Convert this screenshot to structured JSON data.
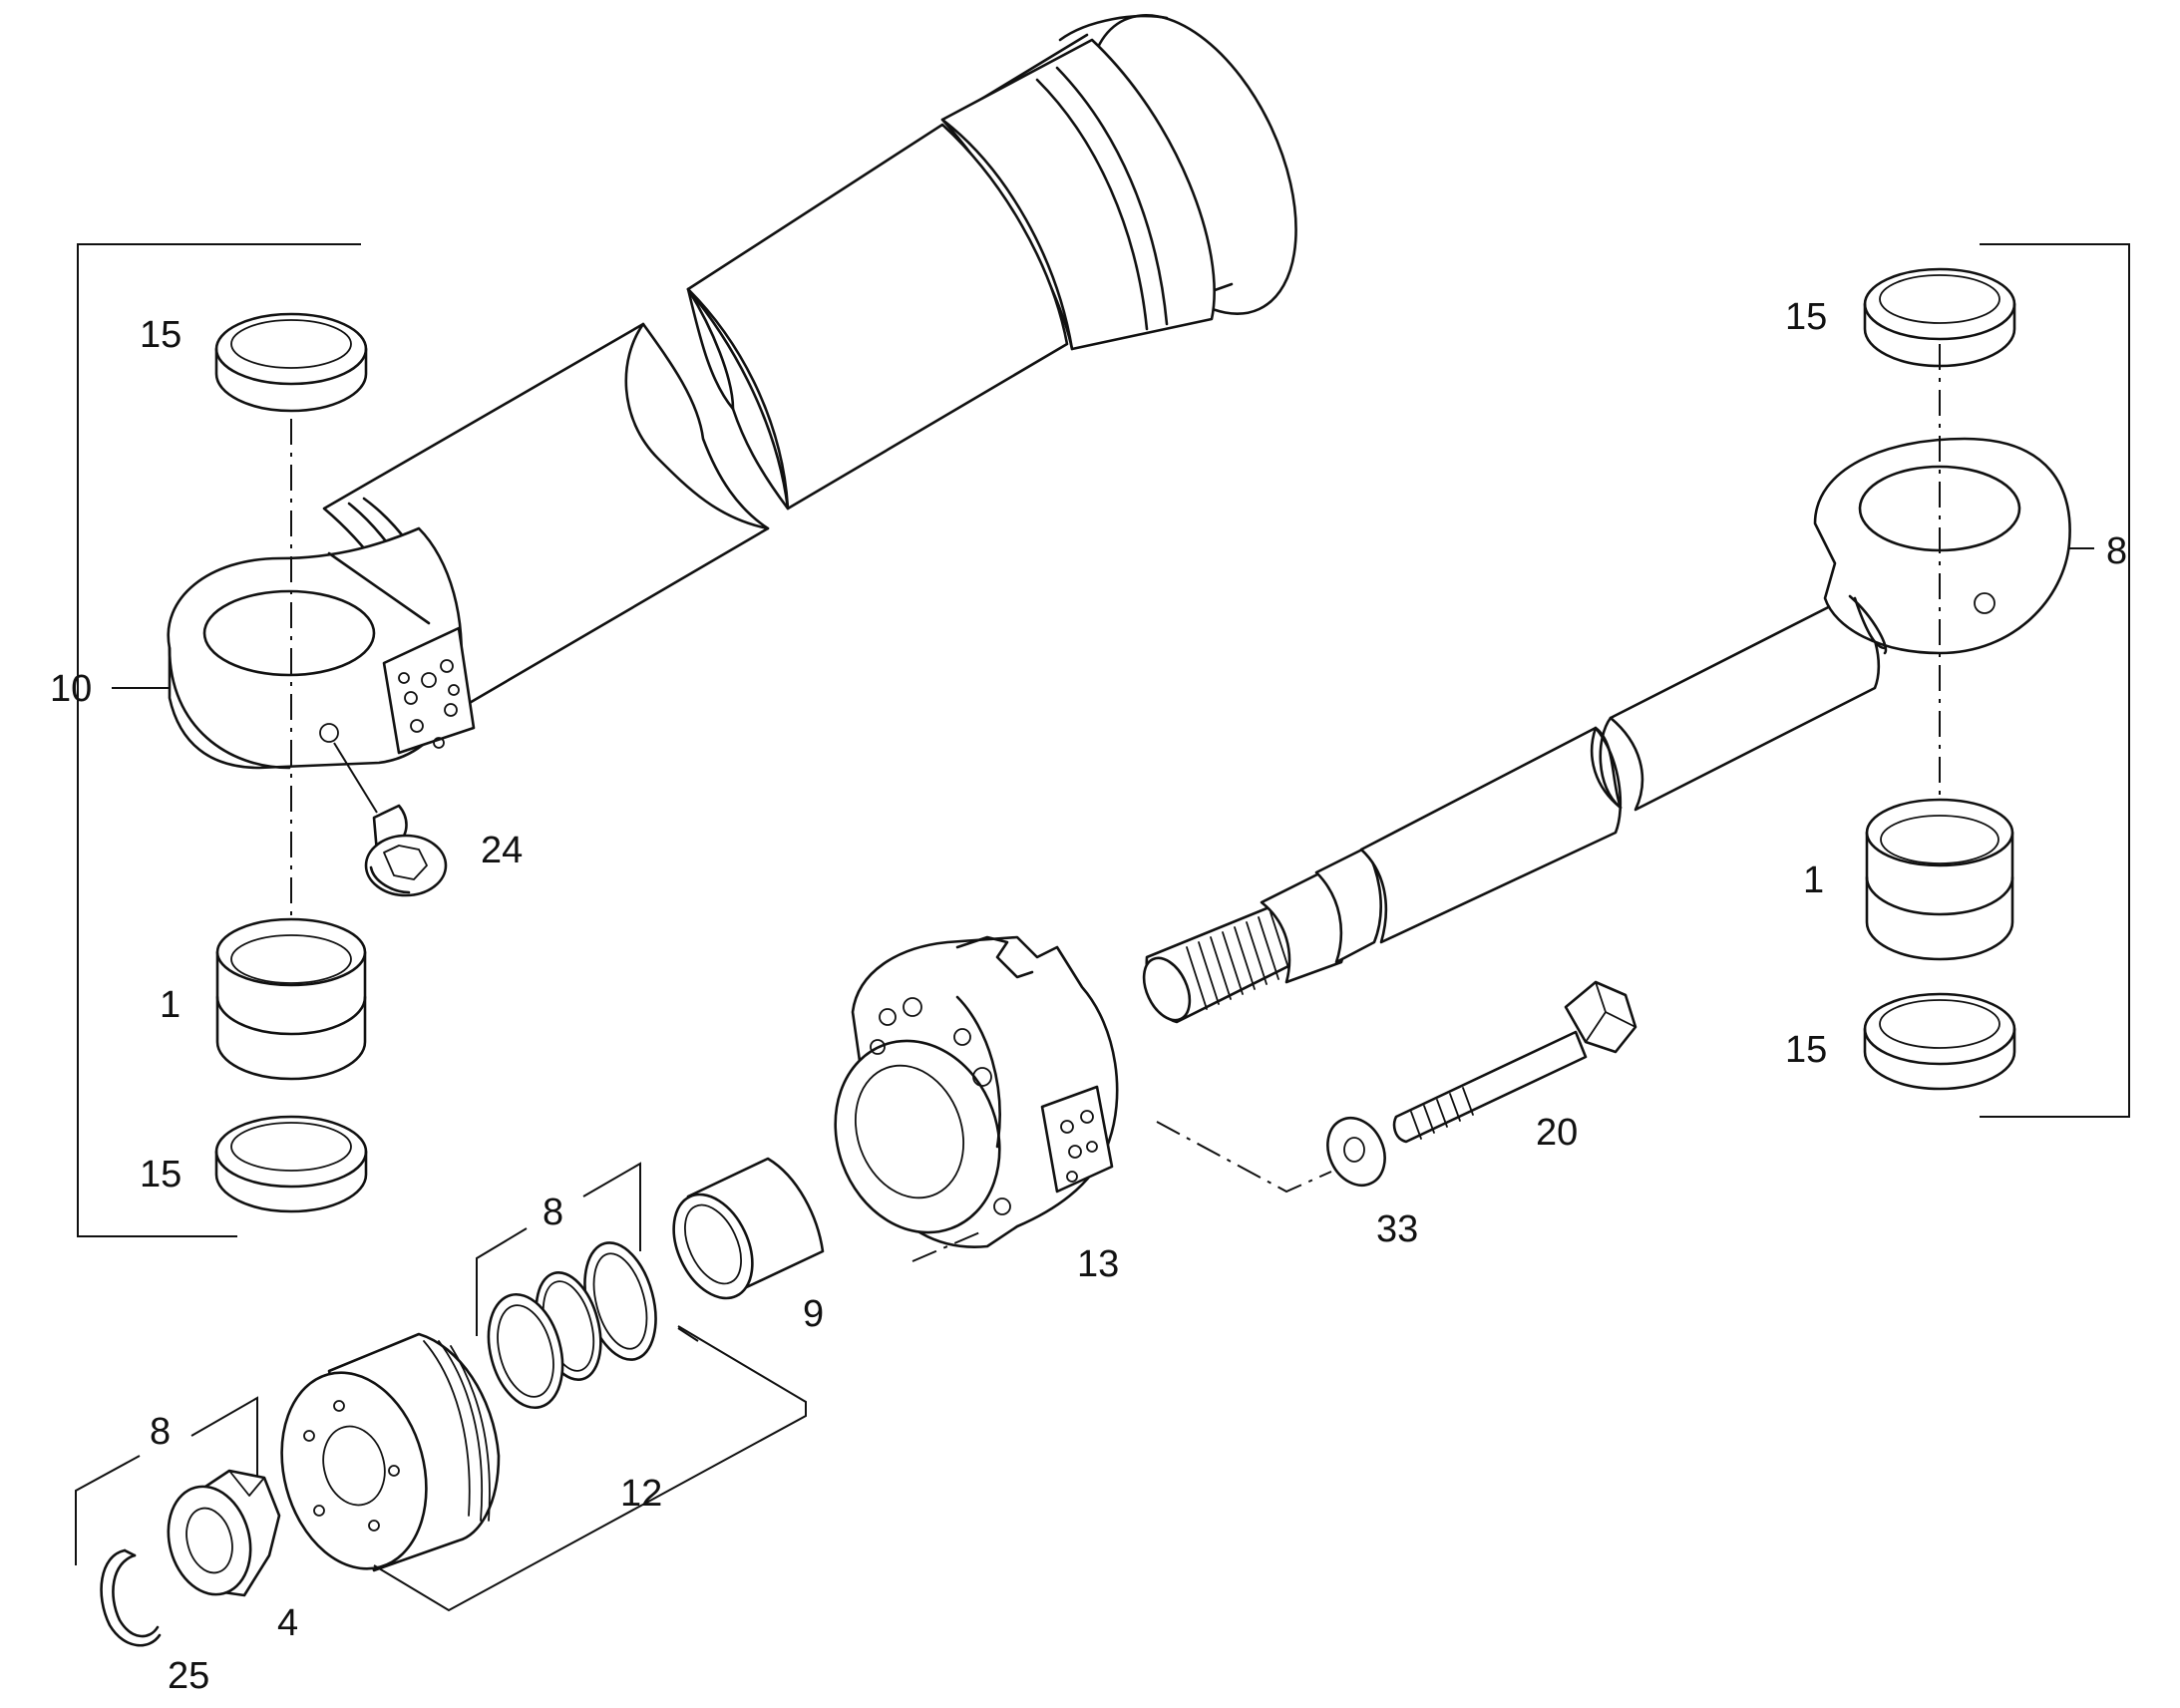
{
  "callouts": {
    "c10": "10",
    "c15_top_left": "15",
    "c1_left": "1",
    "c15_bottom_left": "15",
    "c24": "24",
    "c15_top_right": "15",
    "c8_right": "8",
    "c1_right": "1",
    "c15_bottom_right": "15",
    "c20": "20",
    "c33": "33",
    "c13": "13",
    "c9": "9",
    "c8_rings": "8",
    "c12": "12",
    "c8_nut": "8",
    "c4": "4",
    "c25": "25"
  }
}
